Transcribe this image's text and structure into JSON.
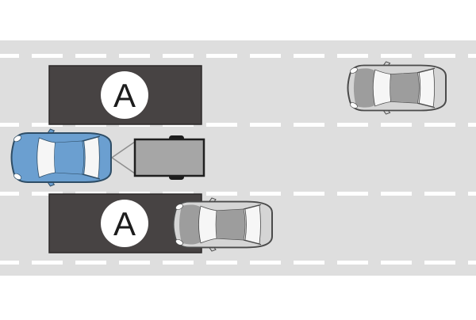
{
  "scene": {
    "description": "Top-down diagram of a three-lane road: a blue car towing a trailer drives in the middle lane, two dark zones labelled A lie in the adjacent lanes, a grey car follows in the bottom lane and another grey car drives ahead in the top lane",
    "zones": [
      {
        "label": "A",
        "location": "top-adjacent-lane"
      },
      {
        "label": "A",
        "location": "bottom-adjacent-lane"
      }
    ],
    "vehicles": [
      {
        "name": "blue-car-with-trailer",
        "lane": "middle",
        "heading": "left"
      },
      {
        "name": "gray-car-top-right",
        "lane": "top",
        "heading": "left"
      },
      {
        "name": "gray-car-bottom",
        "lane": "bottom",
        "heading": "left"
      }
    ],
    "colors": {
      "background": "#ffffff",
      "road": "#dedede",
      "lane_marking": "#ffffff",
      "zone_rect": "#474343",
      "zone_border": "#2b2828",
      "zone_circle": "#ffffff",
      "zone_letter": "#1c1c1c",
      "blue_car_body": "#6b9fd0",
      "blue_car_panel": "#6b9fd0",
      "blue_car_outline": "#2e4d66",
      "gray_car_body": "#d5d5d5",
      "gray_car_panel": "#9d9d9d",
      "gray_car_outline": "#4a4a4a",
      "car_window": "#f6f6f6",
      "trailer_body": "#a6a6a6",
      "trailer_border": "#1f1f1f",
      "trailer_wheel": "#1c1c1c",
      "drawbar": "#8f8f8f"
    }
  }
}
